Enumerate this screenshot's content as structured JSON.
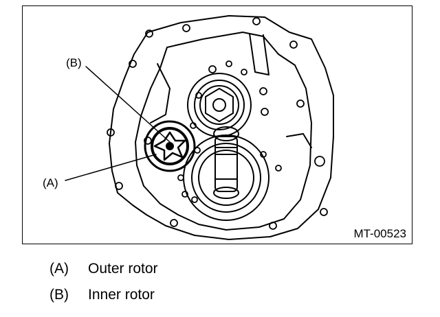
{
  "figure": {
    "code": "MT-00523",
    "callouts": [
      {
        "key": "B",
        "label": "(B)"
      },
      {
        "key": "A",
        "label": "(A)"
      }
    ]
  },
  "legend": [
    {
      "key": "(A)",
      "text": "Outer rotor"
    },
    {
      "key": "(B)",
      "text": "Inner rotor"
    }
  ]
}
